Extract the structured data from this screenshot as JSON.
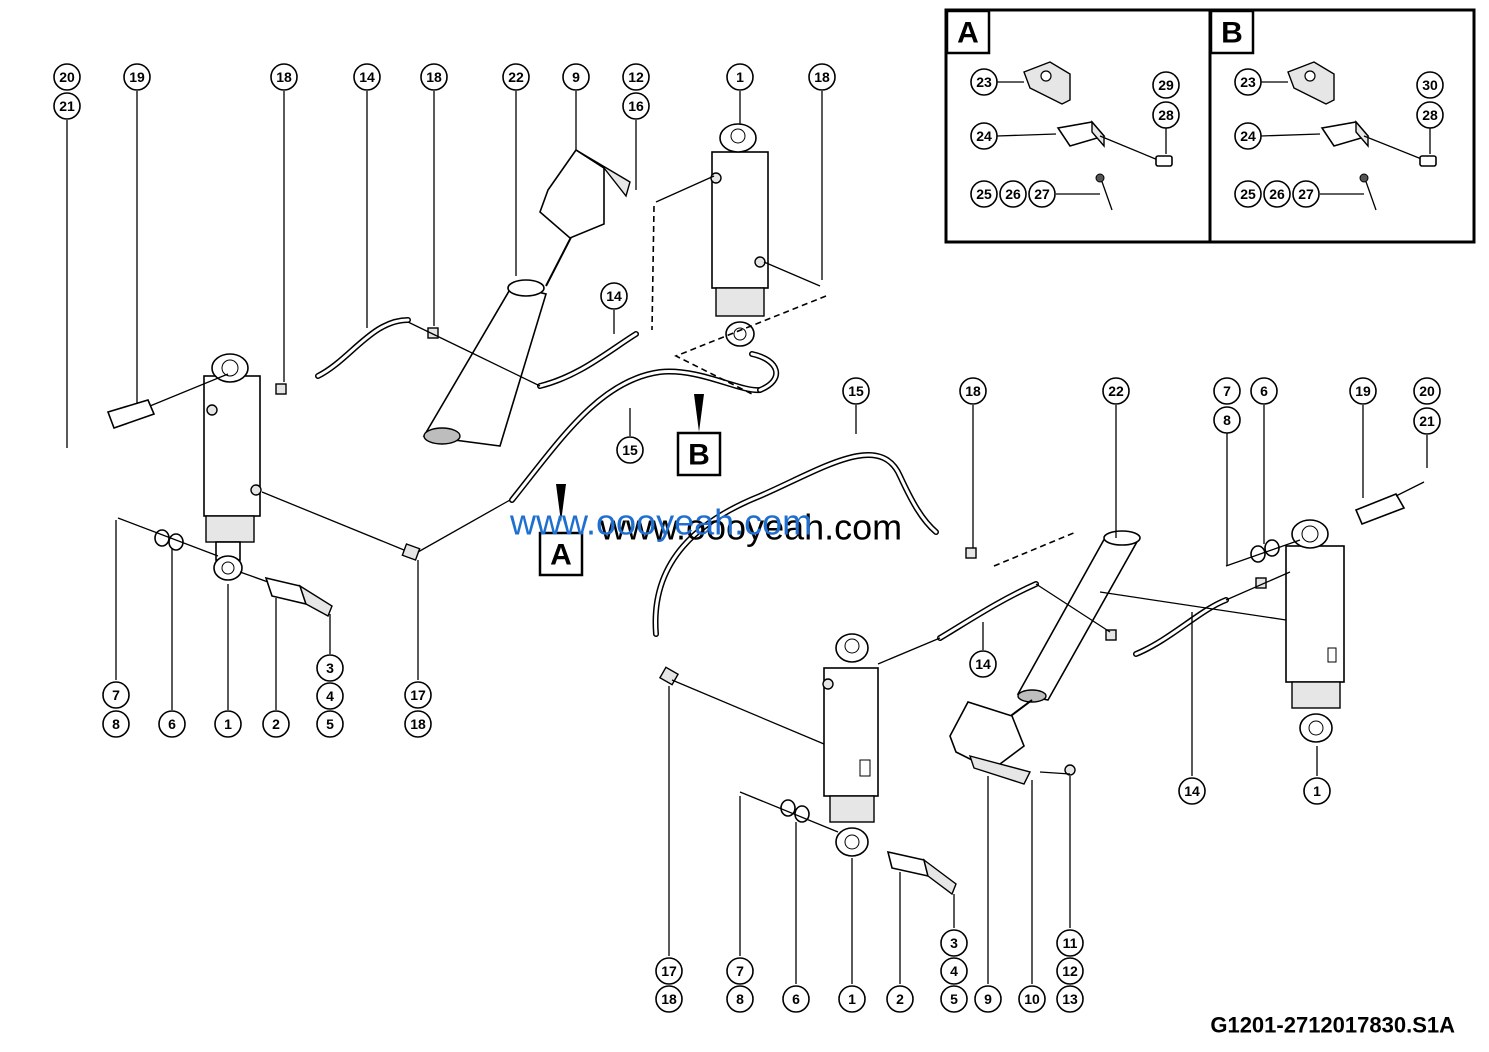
{
  "drawing_code": "G1201-2712017830.S1A",
  "watermark": {
    "text": "www.oooyeah.com",
    "color": "#1f6fd1",
    "echo_color": "#000000"
  },
  "view_labels": {
    "a": "A",
    "b": "B"
  },
  "callouts": {
    "c1": "20",
    "c2": "21",
    "c3": "19",
    "c4": "18",
    "c5": "14",
    "c6": "18",
    "c7": "22",
    "c8": "9",
    "c9": "12",
    "c10": "16",
    "c11": "1",
    "c12": "18",
    "c13": "14",
    "c14": "15",
    "c15": "7",
    "c16": "8",
    "c17": "6",
    "c18": "1",
    "c19": "2",
    "c20": "3",
    "c21": "4",
    "c22": "5",
    "c23": "17",
    "c24": "18",
    "c25": "15",
    "c26": "18",
    "c27": "22",
    "c28": "7",
    "c29": "8",
    "c30": "6",
    "c31": "19",
    "c32": "20",
    "c33": "21",
    "c34": "14",
    "c35": "14",
    "c36": "1",
    "c37": "17",
    "c38": "18",
    "c39": "7",
    "c40": "8",
    "c41": "6",
    "c42": "1",
    "c43": "2",
    "c44": "3",
    "c45": "4",
    "c46": "5",
    "c47": "9",
    "c48": "10",
    "c49": "11",
    "c50": "12",
    "c51": "13",
    "a1": "23",
    "a2": "29",
    "a3": "28",
    "a4": "24",
    "a5": "25",
    "a6": "26",
    "a7": "27",
    "b1": "23",
    "b2": "30",
    "b3": "28",
    "b4": "24",
    "b5": "25",
    "b6": "26",
    "b7": "27"
  }
}
